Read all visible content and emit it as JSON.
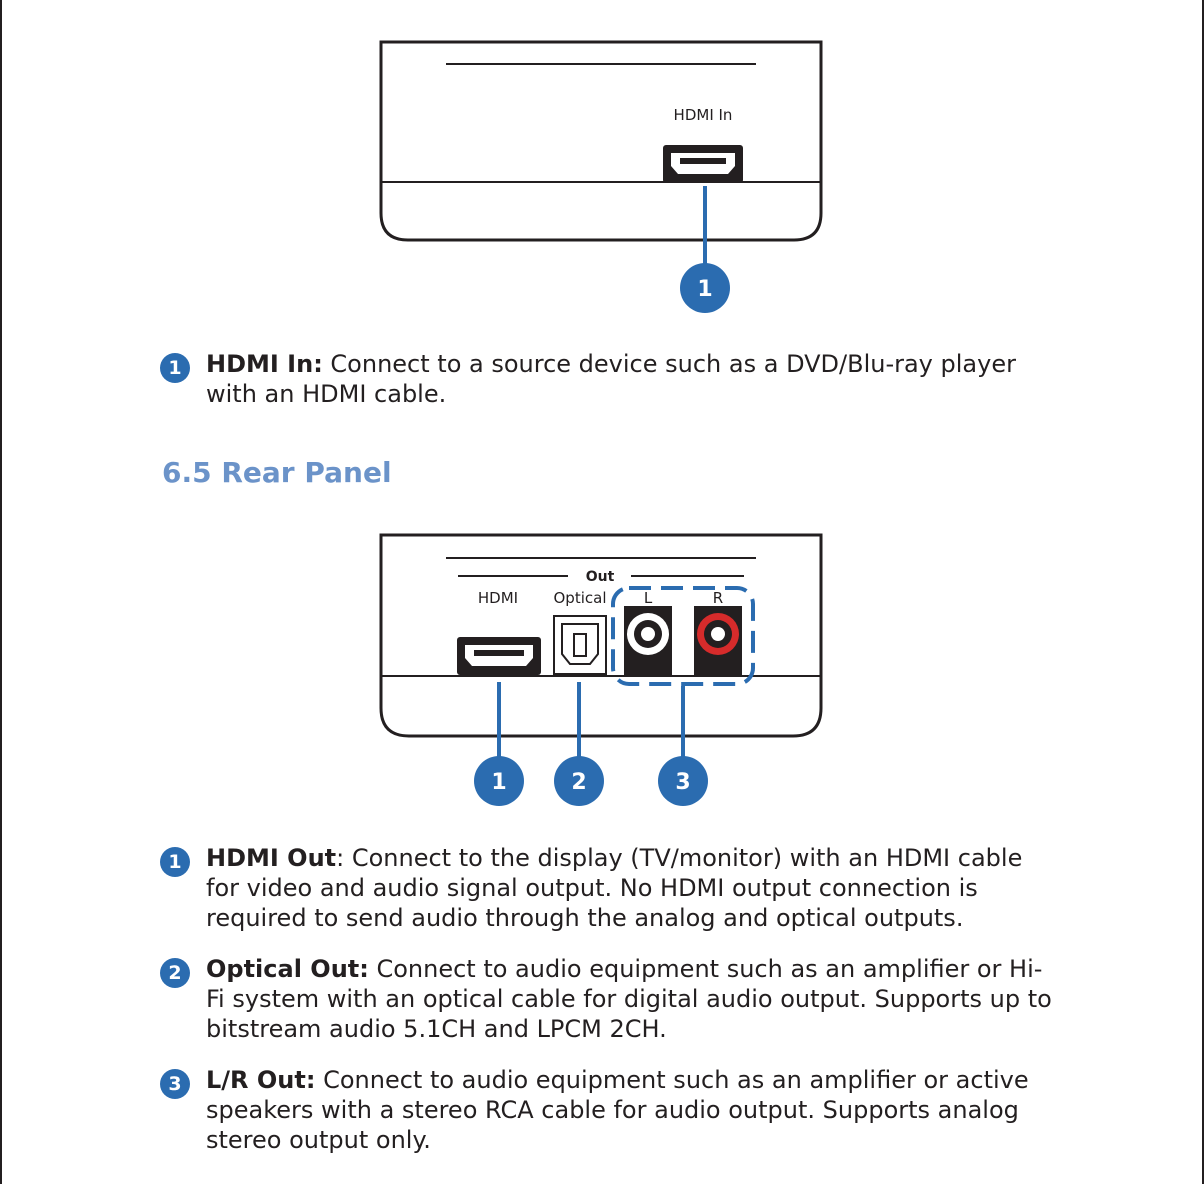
{
  "front_panel": {
    "port_label": "HDMI In",
    "callout": "1"
  },
  "front_desc": {
    "number": "1",
    "term": "HDMI In:",
    "text": " Connect to a source device such as a DVD/Blu-ray player with an HDMI cable."
  },
  "rear_section": {
    "heading": "6.5 Rear Panel"
  },
  "rear_panel": {
    "group_label": "Out",
    "hdmi_label": "HDMI",
    "optical_label": "Optical",
    "left_label": "L",
    "right_label": "R",
    "callouts": [
      "1",
      "2",
      "3"
    ]
  },
  "rear_desc": [
    {
      "number": "1",
      "term": "HDMI Out",
      "text": ": Connect to the display (TV/monitor) with an HDMI cable for video and audio signal output. No HDMI output connection is required to send audio through the analog and optical outputs."
    },
    {
      "number": "2",
      "term": "Optical Out:",
      "text": " Connect to audio equipment such as an amplifier or Hi-Fi system with an optical cable for digital audio output. Supports up to bitstream audio 5.1CH and LPCM 2CH."
    },
    {
      "number": "3",
      "term": "L/R Out:",
      "text": " Connect to audio equipment such as an amplifier or active speakers with a stereo RCA cable for audio output. Supports analog stereo output only."
    }
  ],
  "colors": {
    "accent_blue": "#2b6cb0",
    "heading_blue": "#6b93c9",
    "rca_right_red": "#d62b2b"
  }
}
